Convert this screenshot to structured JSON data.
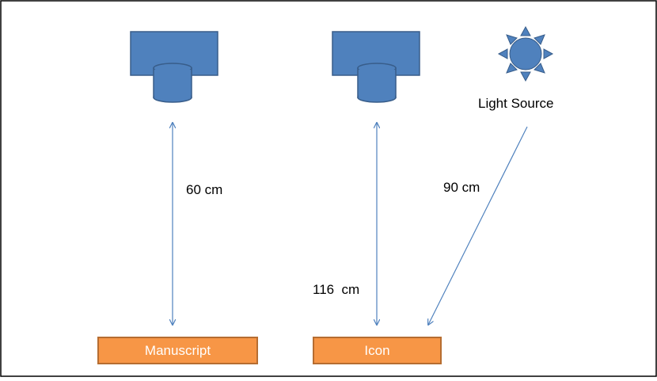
{
  "labels": {
    "light_source": "Light Source",
    "distance_manuscript": "60 cm",
    "distance_icon": "116  cm",
    "distance_light": "90 cm"
  },
  "objects": {
    "manuscript": "Manuscript",
    "icon": "Icon"
  },
  "colors": {
    "camera_fill": "#4f81bd",
    "camera_stroke": "#385d8a",
    "arrow": "#4f81bd",
    "object_fill": "#f79646",
    "object_stroke": "#b66d31",
    "object_text": "#ffffff",
    "frame": "#000000"
  },
  "icons": [
    "camera-icon",
    "sun-icon"
  ]
}
